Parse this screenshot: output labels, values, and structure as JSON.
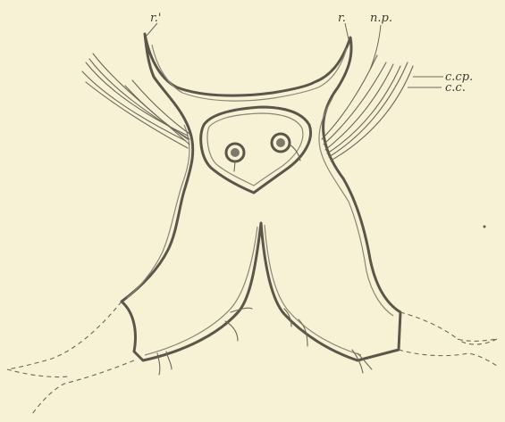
{
  "labels": {
    "r_prime": "r.'",
    "r": "r.",
    "n_p": "n.p.",
    "c_cp": "c.cp.",
    "c_c": "c.c."
  }
}
